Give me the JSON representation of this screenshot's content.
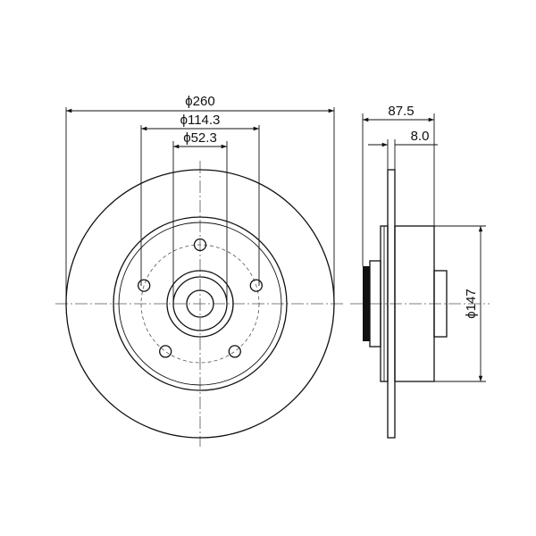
{
  "dimensions": {
    "outer_diameter": "ϕ260",
    "bolt_circle": "ϕ114.3",
    "center_bore": "ϕ52.3",
    "overall_height": "87.5",
    "disc_thickness": "8.0",
    "hub_diameter": "ϕ147"
  },
  "colors": {
    "line": "#111111",
    "centerline": "#555555",
    "background": "#ffffff"
  }
}
